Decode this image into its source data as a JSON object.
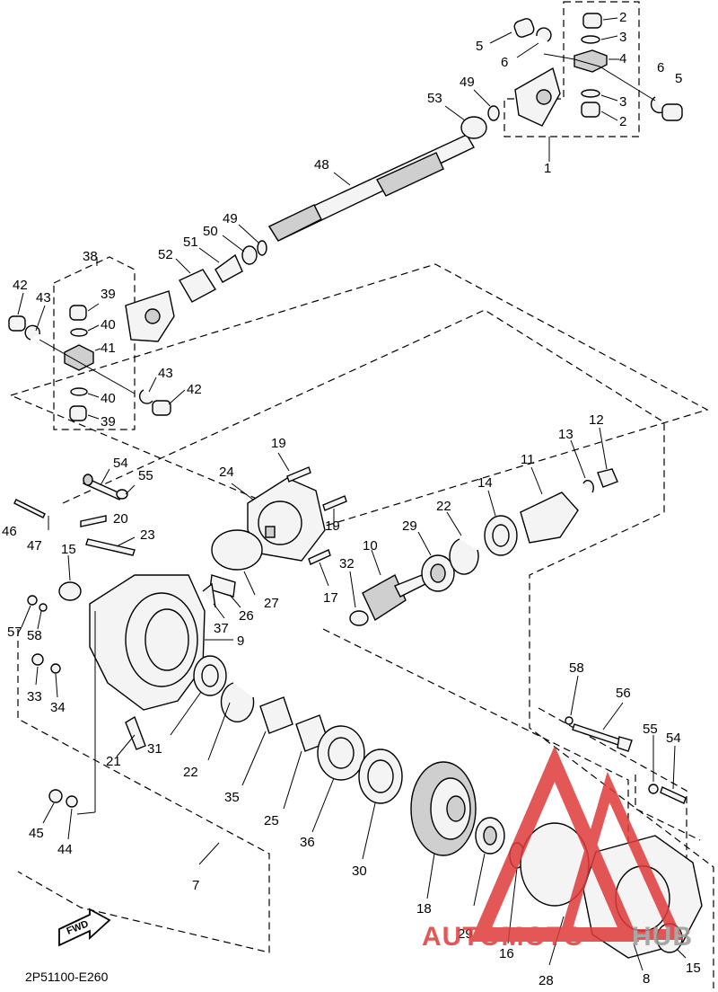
{
  "diagram": {
    "drawing_code": "2P51100-E260",
    "direction_label": "FWD",
    "callouts": [
      "1",
      "2",
      "3",
      "4",
      "5",
      "6",
      "7",
      "8",
      "9",
      "10",
      "11",
      "12",
      "13",
      "14",
      "15",
      "16",
      "17",
      "18",
      "19",
      "20",
      "21",
      "22",
      "23",
      "24",
      "25",
      "26",
      "27",
      "28",
      "29",
      "30",
      "31",
      "32",
      "33",
      "34",
      "35",
      "36",
      "37",
      "38",
      "39",
      "40",
      "41",
      "42",
      "43",
      "44",
      "45",
      "46",
      "47",
      "48",
      "49",
      "50",
      "51",
      "52",
      "53",
      "54",
      "55",
      "56",
      "57",
      "58"
    ]
  },
  "watermark": {
    "text_red": "AUTOMOTO",
    "text_gray": "HUB",
    "color_red": "#e03a3a",
    "color_gray": "#9a9a9a"
  }
}
